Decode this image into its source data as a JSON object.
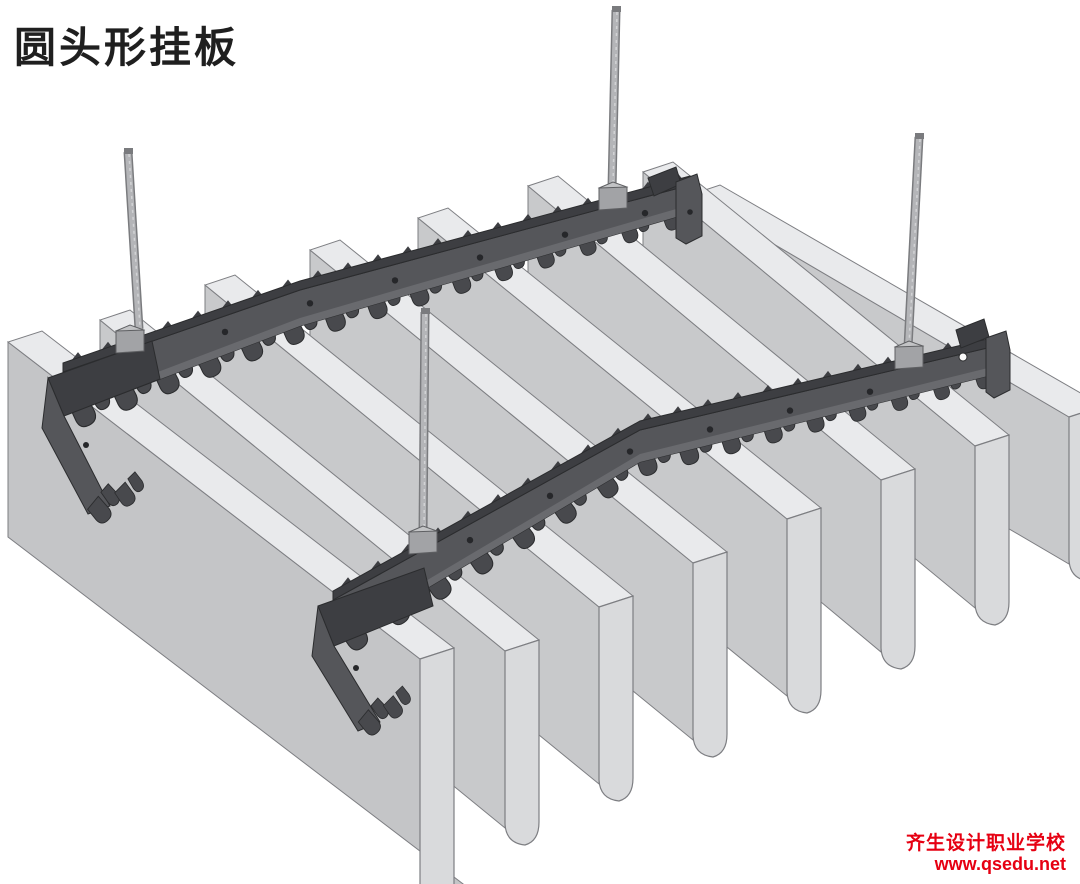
{
  "page": {
    "title": "圆头形挂板"
  },
  "watermark": {
    "school": "齐生设计职业学校",
    "website": "www.qsedu.net",
    "color": "#e60012"
  },
  "illustration": {
    "baffle_panel_count": 8,
    "carrier_rail_count": 2,
    "hanger_rod_count": 4
  },
  "colors": {
    "background": "#ffffff",
    "title_text": "#1f1f1f",
    "watermark_red": "#e60012",
    "panel_face": "#c8c9cb",
    "panel_face_near": "#c4c5c7",
    "panel_end_face": "#d9dadc",
    "panel_top_edge": "#e9eaec",
    "panel_outline": "#7d7e82",
    "carrier_web": "#55565a",
    "carrier_flange": "#3d3e42",
    "carrier_lip": "#696a6e",
    "carrier_clip": "#48494d",
    "carrier_outline": "#2b2c2e",
    "hole_dark": "#26272a",
    "hole_white": "#fafafa",
    "rod_body": "#b4b5b8",
    "rod_highlight": "#d2d3d5",
    "rod_outline": "#7a7b7e",
    "connector_block": "#a2a3a6",
    "connector_block_top": "#c2c3c5",
    "connector_outline": "#5e5f62"
  }
}
